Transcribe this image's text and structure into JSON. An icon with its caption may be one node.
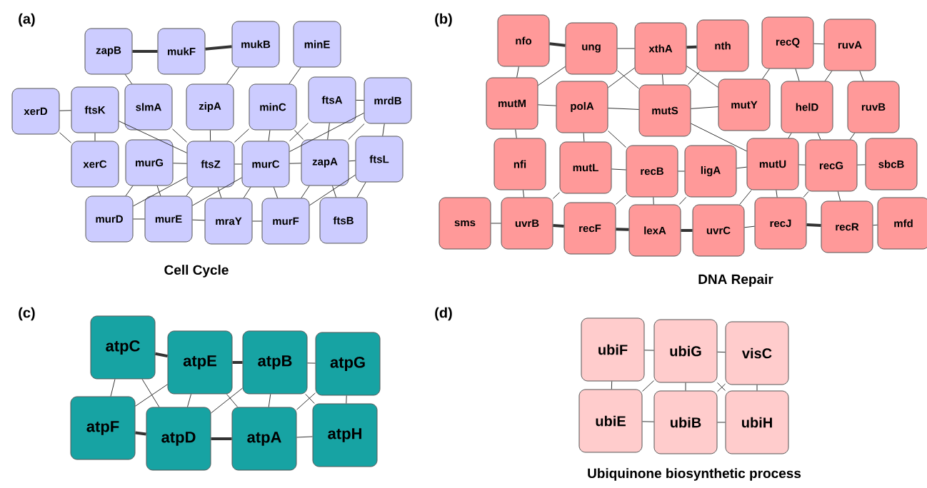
{
  "diagram": {
    "nodes": [
      {
        "text": [
          "zapB"
        ]
      },
      {
        "text": [
          "mukF"
        ]
      },
      {
        "text": [
          "mukB"
        ]
      },
      {
        "text": [
          "minE"
        ]
      },
      {
        "text": [
          "xerD"
        ]
      },
      {
        "text": [
          "ftsK"
        ]
      },
      {
        "text": [
          "slmA"
        ]
      },
      {
        "text": [
          "zipA"
        ]
      },
      {
        "text": [
          "minC"
        ]
      },
      {
        "text": [
          "ftsA"
        ]
      },
      {
        "text": [
          "mrdB"
        ]
      },
      {
        "text": [
          "xerC"
        ]
      },
      {
        "text": [
          "murG"
        ]
      },
      {
        "text": [
          "ftsZ"
        ]
      },
      {
        "text": [
          "murC"
        ]
      },
      {
        "text": [
          "zapA"
        ]
      },
      {
        "text": [
          "ftsL"
        ]
      },
      {
        "text": [
          "murD"
        ]
      },
      {
        "text": [
          "murE"
        ]
      },
      {
        "text": [
          "mraY"
        ]
      },
      {
        "text": [
          "murF"
        ]
      },
      {
        "text": [
          "ftsB"
        ]
      },
      {
        "text": [
          "nfo"
        ]
      },
      {
        "text": [
          "ung"
        ]
      },
      {
        "text": [
          "xthA"
        ]
      },
      {
        "text": [
          "nth"
        ]
      },
      {
        "text": [
          "recQ"
        ]
      },
      {
        "text": [
          "ruvA"
        ]
      },
      {
        "text": [
          "mutM"
        ]
      },
      {
        "text": [
          "polA"
        ]
      },
      {
        "text": [
          "mutS"
        ]
      },
      {
        "text": [
          "mutY"
        ]
      },
      {
        "text": [
          "helD"
        ]
      },
      {
        "text": [
          "ruvB"
        ]
      },
      {
        "text": [
          "nfi"
        ]
      },
      {
        "text": [
          "mutL"
        ]
      },
      {
        "text": [
          "recB"
        ]
      },
      {
        "text": [
          "ligA"
        ]
      },
      {
        "text": [
          "mutU"
        ]
      },
      {
        "text": [
          "recG"
        ]
      },
      {
        "text": [
          "sbcB"
        ]
      },
      {
        "text": [
          "sms"
        ]
      },
      {
        "text": [
          "uvrB"
        ]
      },
      {
        "text": [
          "recF"
        ]
      },
      {
        "text": [
          "lexA"
        ]
      },
      {
        "text": [
          "uvrC"
        ]
      },
      {
        "text": [
          "recJ"
        ]
      },
      {
        "text": [
          "recR"
        ]
      },
      {
        "text": [
          "mfd"
        ]
      },
      {
        "text": [
          "atpC"
        ]
      },
      {
        "text": [
          "atpE"
        ]
      },
      {
        "text": [
          "atpB"
        ]
      },
      {
        "text": [
          "atpG"
        ]
      },
      {
        "text": [
          "atpF"
        ]
      },
      {
        "text": [
          "atpD"
        ]
      },
      {
        "text": [
          "atpA"
        ]
      },
      {
        "text": [
          "atpH"
        ]
      },
      {
        "text": [
          "ubiF"
        ]
      },
      {
        "text": [
          "ubiG"
        ]
      },
      {
        "text": [
          "visC"
        ]
      },
      {
        "text": [
          "ubiE"
        ]
      },
      {
        "text": [
          "ubiB"
        ]
      },
      {
        "text": [
          "ubiH"
        ]
      }
    ],
    "edges": [
      {
        "from": 0,
        "to": 1,
        "arrow": "none",
        "style": "thick"
      },
      {
        "from": 1,
        "to": 2,
        "arrow": "none",
        "style": "thick"
      },
      {
        "from": 0,
        "to": 6,
        "arrow": "none"
      },
      {
        "from": 2,
        "to": 7,
        "arrow": "none"
      },
      {
        "from": 3,
        "to": 8,
        "arrow": "none"
      },
      {
        "from": 4,
        "to": 5,
        "arrow": "none"
      },
      {
        "from": 4,
        "to": 11,
        "arrow": "none"
      },
      {
        "from": 5,
        "to": 11,
        "arrow": "none"
      },
      {
        "from": 5,
        "to": 13,
        "arrow": "none"
      },
      {
        "from": 6,
        "to": 13,
        "arrow": "none"
      },
      {
        "from": 7,
        "to": 13,
        "arrow": "none"
      },
      {
        "from": 8,
        "to": 13,
        "arrow": "none"
      },
      {
        "from": 9,
        "to": 10,
        "arrow": "none"
      },
      {
        "from": 10,
        "to": 16,
        "arrow": "none"
      },
      {
        "from": 10,
        "to": 15,
        "arrow": "none"
      },
      {
        "from": 9,
        "to": 15,
        "arrow": "none"
      },
      {
        "from": 8,
        "to": 15,
        "arrow": "none"
      },
      {
        "from": 12,
        "to": 13,
        "arrow": "none"
      },
      {
        "from": 13,
        "to": 14,
        "arrow": "none"
      },
      {
        "from": 14,
        "to": 15,
        "arrow": "none"
      },
      {
        "from": 15,
        "to": 16,
        "arrow": "none"
      },
      {
        "from": 12,
        "to": 17,
        "arrow": "none"
      },
      {
        "from": 12,
        "to": 18,
        "arrow": "none"
      },
      {
        "from": 13,
        "to": 17,
        "arrow": "none"
      },
      {
        "from": 13,
        "to": 18,
        "arrow": "none"
      },
      {
        "from": 13,
        "to": 19,
        "arrow": "none"
      },
      {
        "from": 14,
        "to": 18,
        "arrow": "none"
      },
      {
        "from": 14,
        "to": 19,
        "arrow": "none"
      },
      {
        "from": 14,
        "to": 20,
        "arrow": "none"
      },
      {
        "from": 15,
        "to": 20,
        "arrow": "none"
      },
      {
        "from": 15,
        "to": 21,
        "arrow": "none"
      },
      {
        "from": 16,
        "to": 21,
        "arrow": "none"
      },
      {
        "from": 17,
        "to": 18,
        "arrow": "none"
      },
      {
        "from": 18,
        "to": 19,
        "arrow": "none"
      },
      {
        "from": 19,
        "to": 20,
        "arrow": "none"
      },
      {
        "from": 9,
        "to": 14,
        "arrow": "none"
      },
      {
        "from": 10,
        "to": 14,
        "arrow": "none"
      },
      {
        "from": 8,
        "to": 14,
        "arrow": "none"
      },
      {
        "from": 16,
        "to": 20,
        "arrow": "none"
      },
      {
        "from": 22,
        "to": 23,
        "arrow": "none",
        "style": "thick"
      },
      {
        "from": 22,
        "to": 28,
        "arrow": "none"
      },
      {
        "from": 23,
        "to": 24,
        "arrow": "none"
      },
      {
        "from": 24,
        "to": 25,
        "arrow": "none",
        "style": "thick"
      },
      {
        "from": 23,
        "to": 28,
        "arrow": "none"
      },
      {
        "from": 23,
        "to": 30,
        "arrow": "none"
      },
      {
        "from": 24,
        "to": 29,
        "arrow": "none"
      },
      {
        "from": 24,
        "to": 30,
        "arrow": "none"
      },
      {
        "from": 24,
        "to": 31,
        "arrow": "none"
      },
      {
        "from": 25,
        "to": 30,
        "arrow": "none"
      },
      {
        "from": 26,
        "to": 31,
        "arrow": "none"
      },
      {
        "from": 26,
        "to": 27,
        "arrow": "none"
      },
      {
        "from": 26,
        "to": 32,
        "arrow": "none"
      },
      {
        "from": 27,
        "to": 32,
        "arrow": "none"
      },
      {
        "from": 27,
        "to": 33,
        "arrow": "none"
      },
      {
        "from": 28,
        "to": 29,
        "arrow": "none"
      },
      {
        "from": 28,
        "to": 34,
        "arrow": "none"
      },
      {
        "from": 29,
        "to": 30,
        "arrow": "none"
      },
      {
        "from": 29,
        "to": 36,
        "arrow": "none"
      },
      {
        "from": 29,
        "to": 35,
        "arrow": "none"
      },
      {
        "from": 30,
        "to": 31,
        "arrow": "none"
      },
      {
        "from": 30,
        "to": 38,
        "arrow": "none"
      },
      {
        "from": 32,
        "to": 38,
        "arrow": "none"
      },
      {
        "from": 32,
        "to": 39,
        "arrow": "none"
      },
      {
        "from": 33,
        "to": 39,
        "arrow": "none"
      },
      {
        "from": 34,
        "to": 42,
        "arrow": "none"
      },
      {
        "from": 35,
        "to": 36,
        "arrow": "none"
      },
      {
        "from": 35,
        "to": 42,
        "arrow": "none"
      },
      {
        "from": 36,
        "to": 37,
        "arrow": "none"
      },
      {
        "from": 37,
        "to": 38,
        "arrow": "none"
      },
      {
        "from": 38,
        "to": 39,
        "arrow": "none"
      },
      {
        "from": 39,
        "to": 46,
        "arrow": "none"
      },
      {
        "from": 40,
        "to": 39,
        "arrow": "none"
      },
      {
        "from": 41,
        "to": 42,
        "arrow": "none"
      },
      {
        "from": 42,
        "to": 43,
        "arrow": "none",
        "style": "thick"
      },
      {
        "from": 43,
        "to": 44,
        "arrow": "none",
        "style": "thick"
      },
      {
        "from": 44,
        "to": 45,
        "arrow": "none",
        "style": "thick"
      },
      {
        "from": 45,
        "to": 46,
        "arrow": "none"
      },
      {
        "from": 46,
        "to": 47,
        "arrow": "none",
        "style": "thick"
      },
      {
        "from": 47,
        "to": 48,
        "arrow": "none"
      },
      {
        "from": 36,
        "to": 43,
        "arrow": "none"
      },
      {
        "from": 36,
        "to": 44,
        "arrow": "none"
      },
      {
        "from": 38,
        "to": 45,
        "arrow": "none"
      },
      {
        "from": 38,
        "to": 46,
        "arrow": "none"
      },
      {
        "from": 39,
        "to": 47,
        "arrow": "none"
      },
      {
        "from": 37,
        "to": 44,
        "arrow": "none"
      },
      {
        "from": 49,
        "to": 50,
        "arrow": "none",
        "style": "thick"
      },
      {
        "from": 50,
        "to": 51,
        "arrow": "none",
        "style": "thick"
      },
      {
        "from": 51,
        "to": 52,
        "arrow": "none"
      },
      {
        "from": 49,
        "to": 53,
        "arrow": "none"
      },
      {
        "from": 52,
        "to": 56,
        "arrow": "none"
      },
      {
        "from": 53,
        "to": 54,
        "arrow": "none",
        "style": "thick"
      },
      {
        "from": 54,
        "to": 55,
        "arrow": "none",
        "style": "thick"
      },
      {
        "from": 55,
        "to": 56,
        "arrow": "none"
      },
      {
        "from": 49,
        "to": 54,
        "arrow": "none"
      },
      {
        "from": 50,
        "to": 53,
        "arrow": "none"
      },
      {
        "from": 50,
        "to": 54,
        "arrow": "none"
      },
      {
        "from": 50,
        "to": 55,
        "arrow": "none"
      },
      {
        "from": 51,
        "to": 54,
        "arrow": "none"
      },
      {
        "from": 51,
        "to": 55,
        "arrow": "none"
      },
      {
        "from": 51,
        "to": 56,
        "arrow": "none"
      },
      {
        "from": 52,
        "to": 55,
        "arrow": "none"
      },
      {
        "from": 57,
        "to": 58,
        "arrow": "none"
      },
      {
        "from": 58,
        "to": 59,
        "arrow": "none"
      },
      {
        "from": 57,
        "to": 60,
        "arrow": "none"
      },
      {
        "from": 59,
        "to": 62,
        "arrow": "none"
      },
      {
        "from": 60,
        "to": 61,
        "arrow": "none"
      },
      {
        "from": 61,
        "to": 62,
        "arrow": "none"
      },
      {
        "from": 58,
        "to": 60,
        "arrow": "none"
      },
      {
        "from": 58,
        "to": 61,
        "arrow": "none"
      },
      {
        "from": 58,
        "to": 62,
        "arrow": "none"
      },
      {
        "from": 59,
        "to": 61,
        "arrow": "none"
      }
    ],
    "labels": [
      "(a)",
      "(b)",
      "(c)",
      "(d)",
      "Cell Cycle",
      "DNA Repair",
      "Ubiquinone biosynthetic process"
    ]
  }
}
